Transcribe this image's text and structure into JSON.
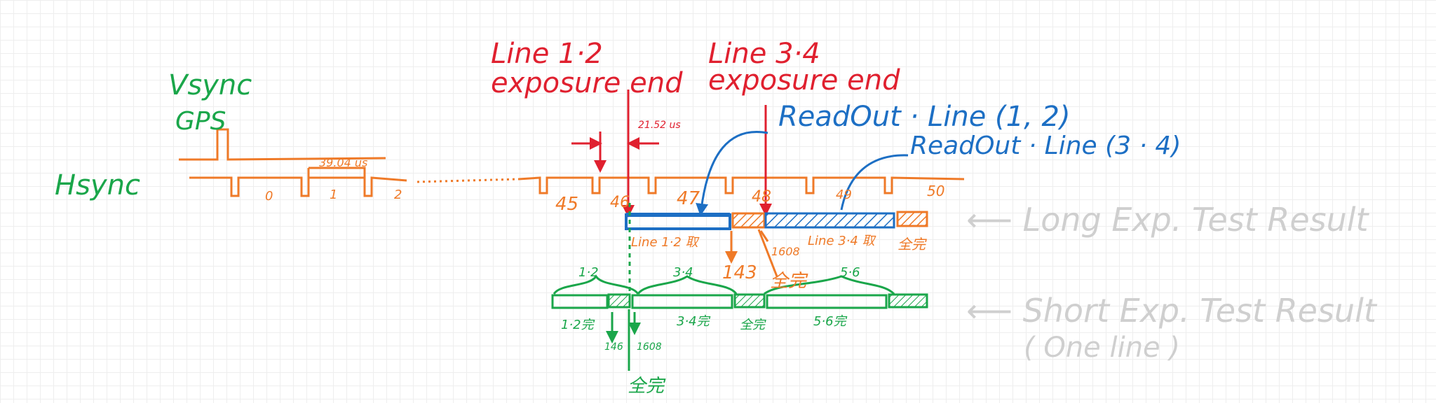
{
  "colors": {
    "red": "#e0202f",
    "orange": "#ef7a28",
    "green": "#1aa64a",
    "blue": "#1d6fc4",
    "gray": "#cfcfcf"
  },
  "labels": {
    "vsync": "Vsync",
    "gps": "GPS",
    "hsync": "Hsync",
    "line12_title": "Line 1·2",
    "exposure_end": "exposure end",
    "line34_title": "Line 3·4",
    "exposure_end_2": "exposure end",
    "readout_12": "ReadOut · Line (1, 2)",
    "readout_34": "ReadOut · Line (3 · 4)",
    "t_2152": "21.52 us",
    "t_3904": "39.04 us",
    "tick_0": "0",
    "tick_1": "1",
    "tick_2": "2",
    "tick_45": "45",
    "tick_46": "46",
    "tick_47": "47",
    "tick_48": "48",
    "tick_49": "49",
    "tick_50": "50",
    "line12_done": "Line 1·2 取",
    "line34_done": "Line 3·4 取",
    "all_done_a": "全完",
    "val_1608a": "1608",
    "val_143": "143",
    "all_done_b": "全完",
    "long_result": "⟵ Long Exp. Test Result",
    "grp_12": "1·2",
    "grp_34": "3·4",
    "grp_56": "5·6",
    "done_12": "1·2完",
    "done_34": "3·4完",
    "all_done_c": "全完",
    "done_56": "5·6完",
    "val_146": "146",
    "val_1608b": "1608",
    "all_done_d": "全完",
    "short_result": "⟵ Short Exp. Test Result",
    "one_line": "( One line )"
  }
}
